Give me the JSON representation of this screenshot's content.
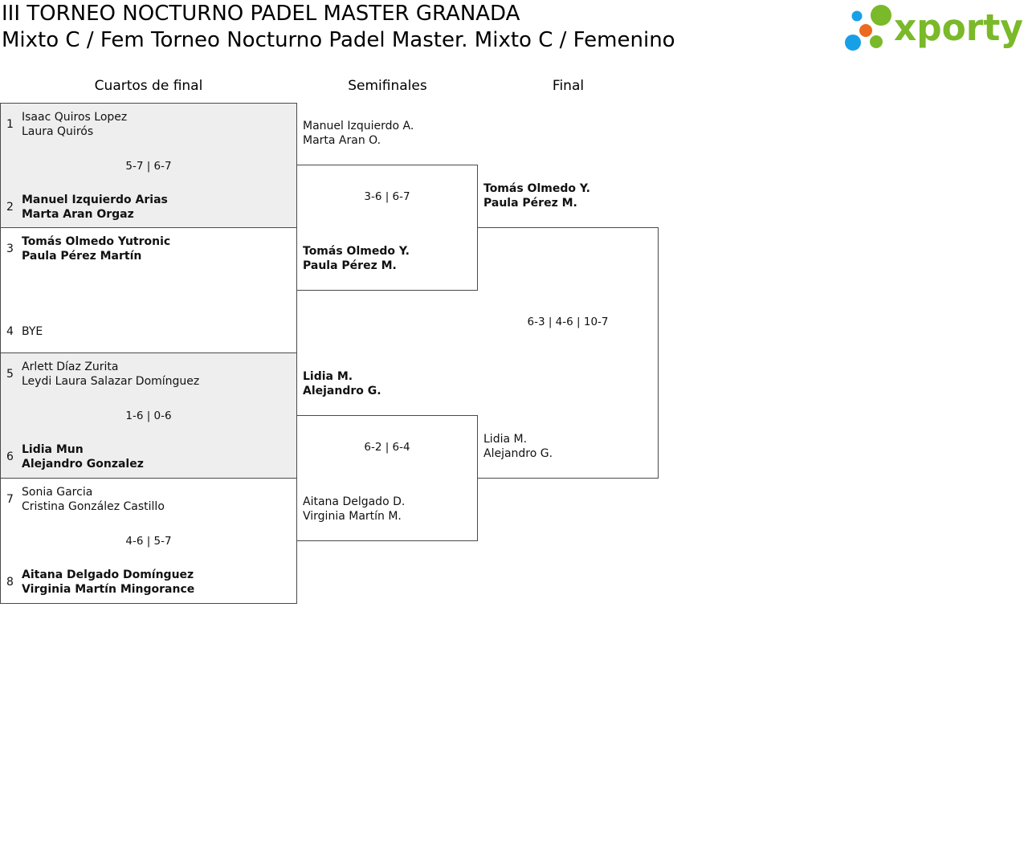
{
  "header": {
    "title": "III TORNEO NOCTURNO PADEL MASTER GRANADA",
    "subtitle": "Mixto C / Fem Torneo Nocturno Padel Master. Mixto C / Femenino"
  },
  "logo": {
    "text": "xporty",
    "colors": {
      "green": "#7ab929",
      "blue": "#18a0e6",
      "orange": "#ec6a1e"
    }
  },
  "rounds": [
    {
      "label": "Cuartos de final"
    },
    {
      "label": "Semifinales"
    },
    {
      "label": "Final"
    }
  ],
  "quarterfinals": [
    {
      "top": {
        "seed": "1",
        "players": [
          "Isaac Quiros Lopez",
          "Laura Quirós"
        ],
        "winner": false
      },
      "score": "5-7 | 6-7",
      "bottom": {
        "seed": "2",
        "players": [
          "Manuel Izquierdo Arias",
          "Marta Aran Orgaz"
        ],
        "winner": true
      }
    },
    {
      "top": {
        "seed": "3",
        "players": [
          "Tomás Olmedo Yutronic",
          "Paula Pérez Martín"
        ],
        "winner": true
      },
      "bottom": {
        "seed": "4",
        "players": [
          "BYE"
        ],
        "winner": false
      }
    },
    {
      "top": {
        "seed": "5",
        "players": [
          "Arlett Díaz Zurita",
          "Leydi Laura Salazar Domínguez"
        ],
        "winner": false
      },
      "score": "1-6 | 0-6",
      "bottom": {
        "seed": "6",
        "players": [
          "Lidia Mun",
          "Alejandro Gonzalez"
        ],
        "winner": true
      }
    },
    {
      "top": {
        "seed": "7",
        "players": [
          "Sonia Garcia",
          "Cristina González Castillo"
        ],
        "winner": false
      },
      "score": "4-6 | 5-7",
      "bottom": {
        "seed": "8",
        "players": [
          "Aitana Delgado Domínguez",
          "Virginia Martín Mingorance"
        ],
        "winner": true
      }
    }
  ],
  "semifinals": [
    {
      "top": {
        "players": [
          "Manuel Izquierdo A.",
          "Marta Aran O."
        ],
        "winner": false
      },
      "score": "3-6 | 6-7",
      "bottom": {
        "players": [
          "Tomás Olmedo Y.",
          "Paula Pérez M."
        ],
        "winner": true
      }
    },
    {
      "top": {
        "players": [
          "Lidia M.",
          "Alejandro G."
        ],
        "winner": true
      },
      "score": "6-2 | 6-4",
      "bottom": {
        "players": [
          "Aitana Delgado D.",
          "Virginia Martín M."
        ],
        "winner": false
      }
    }
  ],
  "final": {
    "top": {
      "players": [
        "Tomás Olmedo Y.",
        "Paula Pérez M."
      ],
      "winner": true
    },
    "score": "6-3 | 4-6 | 10-7",
    "bottom": {
      "players": [
        "Lidia M.",
        "Alejandro G."
      ],
      "winner": false
    }
  }
}
